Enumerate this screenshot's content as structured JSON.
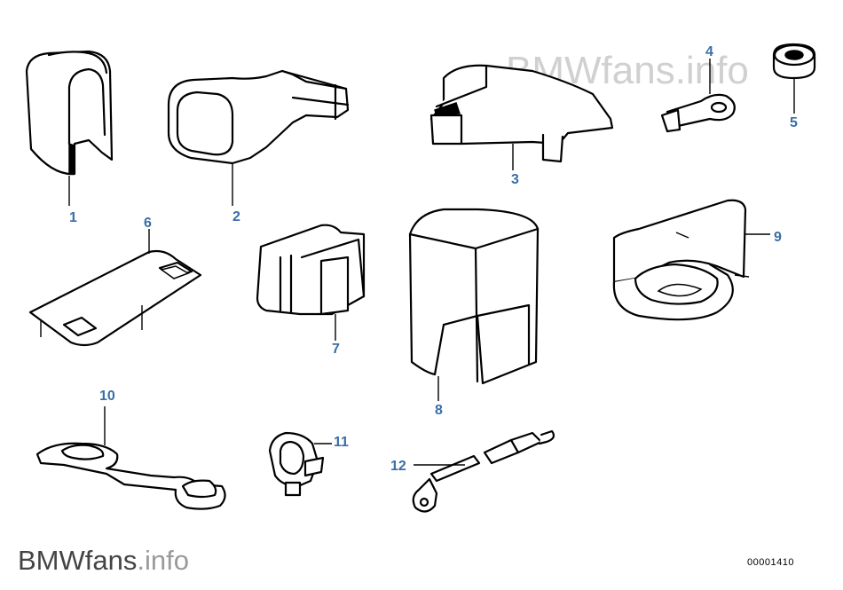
{
  "watermark": {
    "brand": "BMWfans",
    "suffix": ".info"
  },
  "document_number": "00001410",
  "callouts": {
    "p1": "1",
    "p2": "2",
    "p3": "3",
    "p4": "4",
    "p5": "5",
    "p6": "6",
    "p7": "7",
    "p8": "8",
    "p9": "9",
    "p10": "10",
    "p11": "11",
    "p12": "12"
  },
  "colors": {
    "callout": "#3a6ea5",
    "watermark_top": "#d0d0d0",
    "watermark_bottom": "#444444"
  }
}
